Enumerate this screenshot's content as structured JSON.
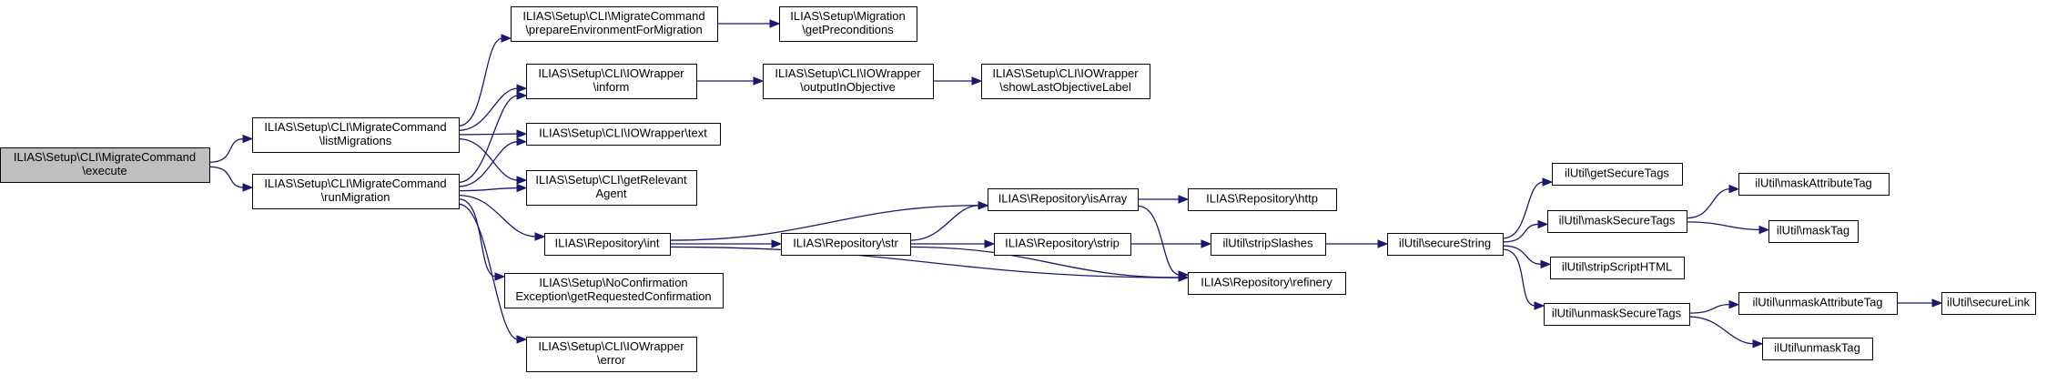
{
  "diagram": {
    "colors": {
      "edge": "#191970",
      "node_fill": "#ffffff",
      "root_fill": "#bfbfbf",
      "border": "#000000"
    },
    "nodes": [
      {
        "id": "execute",
        "lines": [
          "ILIAS\\Setup\\CLI\\MigrateCommand",
          "\\execute"
        ],
        "root": true
      },
      {
        "id": "listMigrations",
        "lines": [
          "ILIAS\\Setup\\CLI\\MigrateCommand",
          "\\listMigrations"
        ]
      },
      {
        "id": "runMigration",
        "lines": [
          "ILIAS\\Setup\\CLI\\MigrateCommand",
          "\\runMigration"
        ]
      },
      {
        "id": "prepareEnv",
        "lines": [
          "ILIAS\\Setup\\CLI\\MigrateCommand",
          "\\prepareEnvironmentForMigration"
        ]
      },
      {
        "id": "inform",
        "lines": [
          "ILIAS\\Setup\\CLI\\IOWrapper",
          "\\inform"
        ]
      },
      {
        "id": "text",
        "lines": [
          "ILIAS\\Setup\\CLI\\IOWrapper\\text"
        ]
      },
      {
        "id": "getRelevantAgent",
        "lines": [
          "ILIAS\\Setup\\CLI\\getRelevant",
          "Agent"
        ]
      },
      {
        "id": "int",
        "lines": [
          "ILIAS\\Repository\\int"
        ]
      },
      {
        "id": "noConfirmation",
        "lines": [
          "ILIAS\\Setup\\NoConfirmation",
          "Exception\\getRequestedConfirmation"
        ]
      },
      {
        "id": "error",
        "lines": [
          "ILIAS\\Setup\\CLI\\IOWrapper",
          "\\error"
        ]
      },
      {
        "id": "getPreconditions",
        "lines": [
          "ILIAS\\Setup\\Migration",
          "\\getPreconditions"
        ]
      },
      {
        "id": "outputInObjective",
        "lines": [
          "ILIAS\\Setup\\CLI\\IOWrapper",
          "\\outputInObjective"
        ]
      },
      {
        "id": "showLastObjectiveLabel",
        "lines": [
          "ILIAS\\Setup\\CLI\\IOWrapper",
          "\\showLastObjectiveLabel"
        ]
      },
      {
        "id": "isArray",
        "lines": [
          "ILIAS\\Repository\\isArray"
        ]
      },
      {
        "id": "str",
        "lines": [
          "ILIAS\\Repository\\str"
        ]
      },
      {
        "id": "http",
        "lines": [
          "ILIAS\\Repository\\http"
        ]
      },
      {
        "id": "strip",
        "lines": [
          "ILIAS\\Repository\\strip"
        ]
      },
      {
        "id": "refinery",
        "lines": [
          "ILIAS\\Repository\\refinery"
        ]
      },
      {
        "id": "stripSlashes",
        "lines": [
          "ilUtil\\stripSlashes"
        ]
      },
      {
        "id": "secureString",
        "lines": [
          "ilUtil\\secureString"
        ]
      },
      {
        "id": "getSecureTags",
        "lines": [
          "ilUtil\\getSecureTags"
        ]
      },
      {
        "id": "maskSecureTags",
        "lines": [
          "ilUtil\\maskSecureTags"
        ]
      },
      {
        "id": "stripScriptHTML",
        "lines": [
          "ilUtil\\stripScriptHTML"
        ]
      },
      {
        "id": "unmaskSecureTags",
        "lines": [
          "ilUtil\\unmaskSecureTags"
        ]
      },
      {
        "id": "maskAttributeTag",
        "lines": [
          "ilUtil\\maskAttributeTag"
        ]
      },
      {
        "id": "maskTag",
        "lines": [
          "ilUtil\\maskTag"
        ]
      },
      {
        "id": "unmaskAttributeTag",
        "lines": [
          "ilUtil\\unmaskAttributeTag"
        ]
      },
      {
        "id": "unmaskTag",
        "lines": [
          "ilUtil\\unmaskTag"
        ]
      },
      {
        "id": "secureLink",
        "lines": [
          "ilUtil\\secureLink"
        ]
      }
    ],
    "edges": [
      {
        "from": "execute",
        "to": "listMigrations"
      },
      {
        "from": "execute",
        "to": "runMigration"
      },
      {
        "from": "listMigrations",
        "to": "prepareEnv"
      },
      {
        "from": "listMigrations",
        "to": "inform"
      },
      {
        "from": "listMigrations",
        "to": "text"
      },
      {
        "from": "listMigrations",
        "to": "getRelevantAgent"
      },
      {
        "from": "runMigration",
        "to": "inform"
      },
      {
        "from": "runMigration",
        "to": "text"
      },
      {
        "from": "runMigration",
        "to": "getRelevantAgent"
      },
      {
        "from": "runMigration",
        "to": "int"
      },
      {
        "from": "runMigration",
        "to": "noConfirmation"
      },
      {
        "from": "runMigration",
        "to": "error"
      },
      {
        "from": "prepareEnv",
        "to": "getPreconditions"
      },
      {
        "from": "inform",
        "to": "outputInObjective"
      },
      {
        "from": "outputInObjective",
        "to": "showLastObjectiveLabel"
      },
      {
        "from": "int",
        "to": "isArray"
      },
      {
        "from": "int",
        "to": "str"
      },
      {
        "from": "int",
        "to": "refinery"
      },
      {
        "from": "str",
        "to": "isArray"
      },
      {
        "from": "str",
        "to": "strip"
      },
      {
        "from": "str",
        "to": "refinery"
      },
      {
        "from": "isArray",
        "to": "http"
      },
      {
        "from": "isArray",
        "to": "refinery"
      },
      {
        "from": "strip",
        "to": "stripSlashes"
      },
      {
        "from": "stripSlashes",
        "to": "secureString"
      },
      {
        "from": "secureString",
        "to": "getSecureTags"
      },
      {
        "from": "secureString",
        "to": "maskSecureTags"
      },
      {
        "from": "secureString",
        "to": "stripScriptHTML"
      },
      {
        "from": "secureString",
        "to": "unmaskSecureTags"
      },
      {
        "from": "maskSecureTags",
        "to": "maskAttributeTag"
      },
      {
        "from": "maskSecureTags",
        "to": "maskTag"
      },
      {
        "from": "unmaskSecureTags",
        "to": "unmaskAttributeTag"
      },
      {
        "from": "unmaskSecureTags",
        "to": "unmaskTag"
      },
      {
        "from": "unmaskAttributeTag",
        "to": "secureLink"
      }
    ]
  }
}
